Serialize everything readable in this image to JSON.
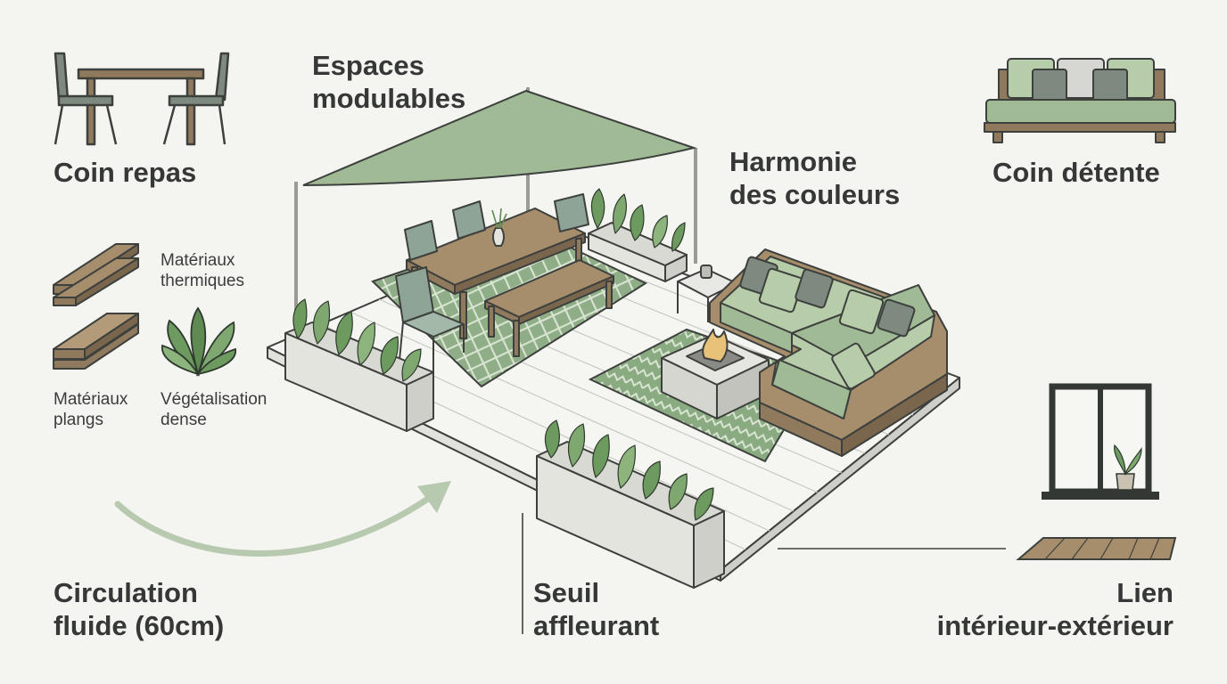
{
  "labels": {
    "dining": "Coin repas",
    "modular": [
      "Espaces",
      "modulables"
    ],
    "colors": [
      "Harmonie",
      "des couleurs"
    ],
    "relax": "Coin détente",
    "thermal": [
      "Matériaux",
      "thermiques"
    ],
    "flat": [
      "Matériaux",
      "plangs"
    ],
    "green": [
      "Végétalisation",
      "dense"
    ],
    "circulation": [
      "Circulation",
      "fluide (60cm)"
    ],
    "threshold": [
      "Seuil",
      "affleurant"
    ],
    "link": [
      "Lien",
      "intérieur-extérieur"
    ]
  },
  "colors": {
    "sage": "#9fba94",
    "sage_dark": "#7d9a76",
    "wood": "#8f7a5e",
    "wood_light": "#b39a78",
    "outline": "#3d403d",
    "concrete": "#dcdcd8",
    "deck": "#f2f2ee",
    "leaf": "#5f8a52"
  },
  "icons": [
    "dining-set-icon",
    "lounge-sofa-icon",
    "wood-planks-icon",
    "plant-bush-icon",
    "window-icon",
    "flow-arrow-icon"
  ]
}
